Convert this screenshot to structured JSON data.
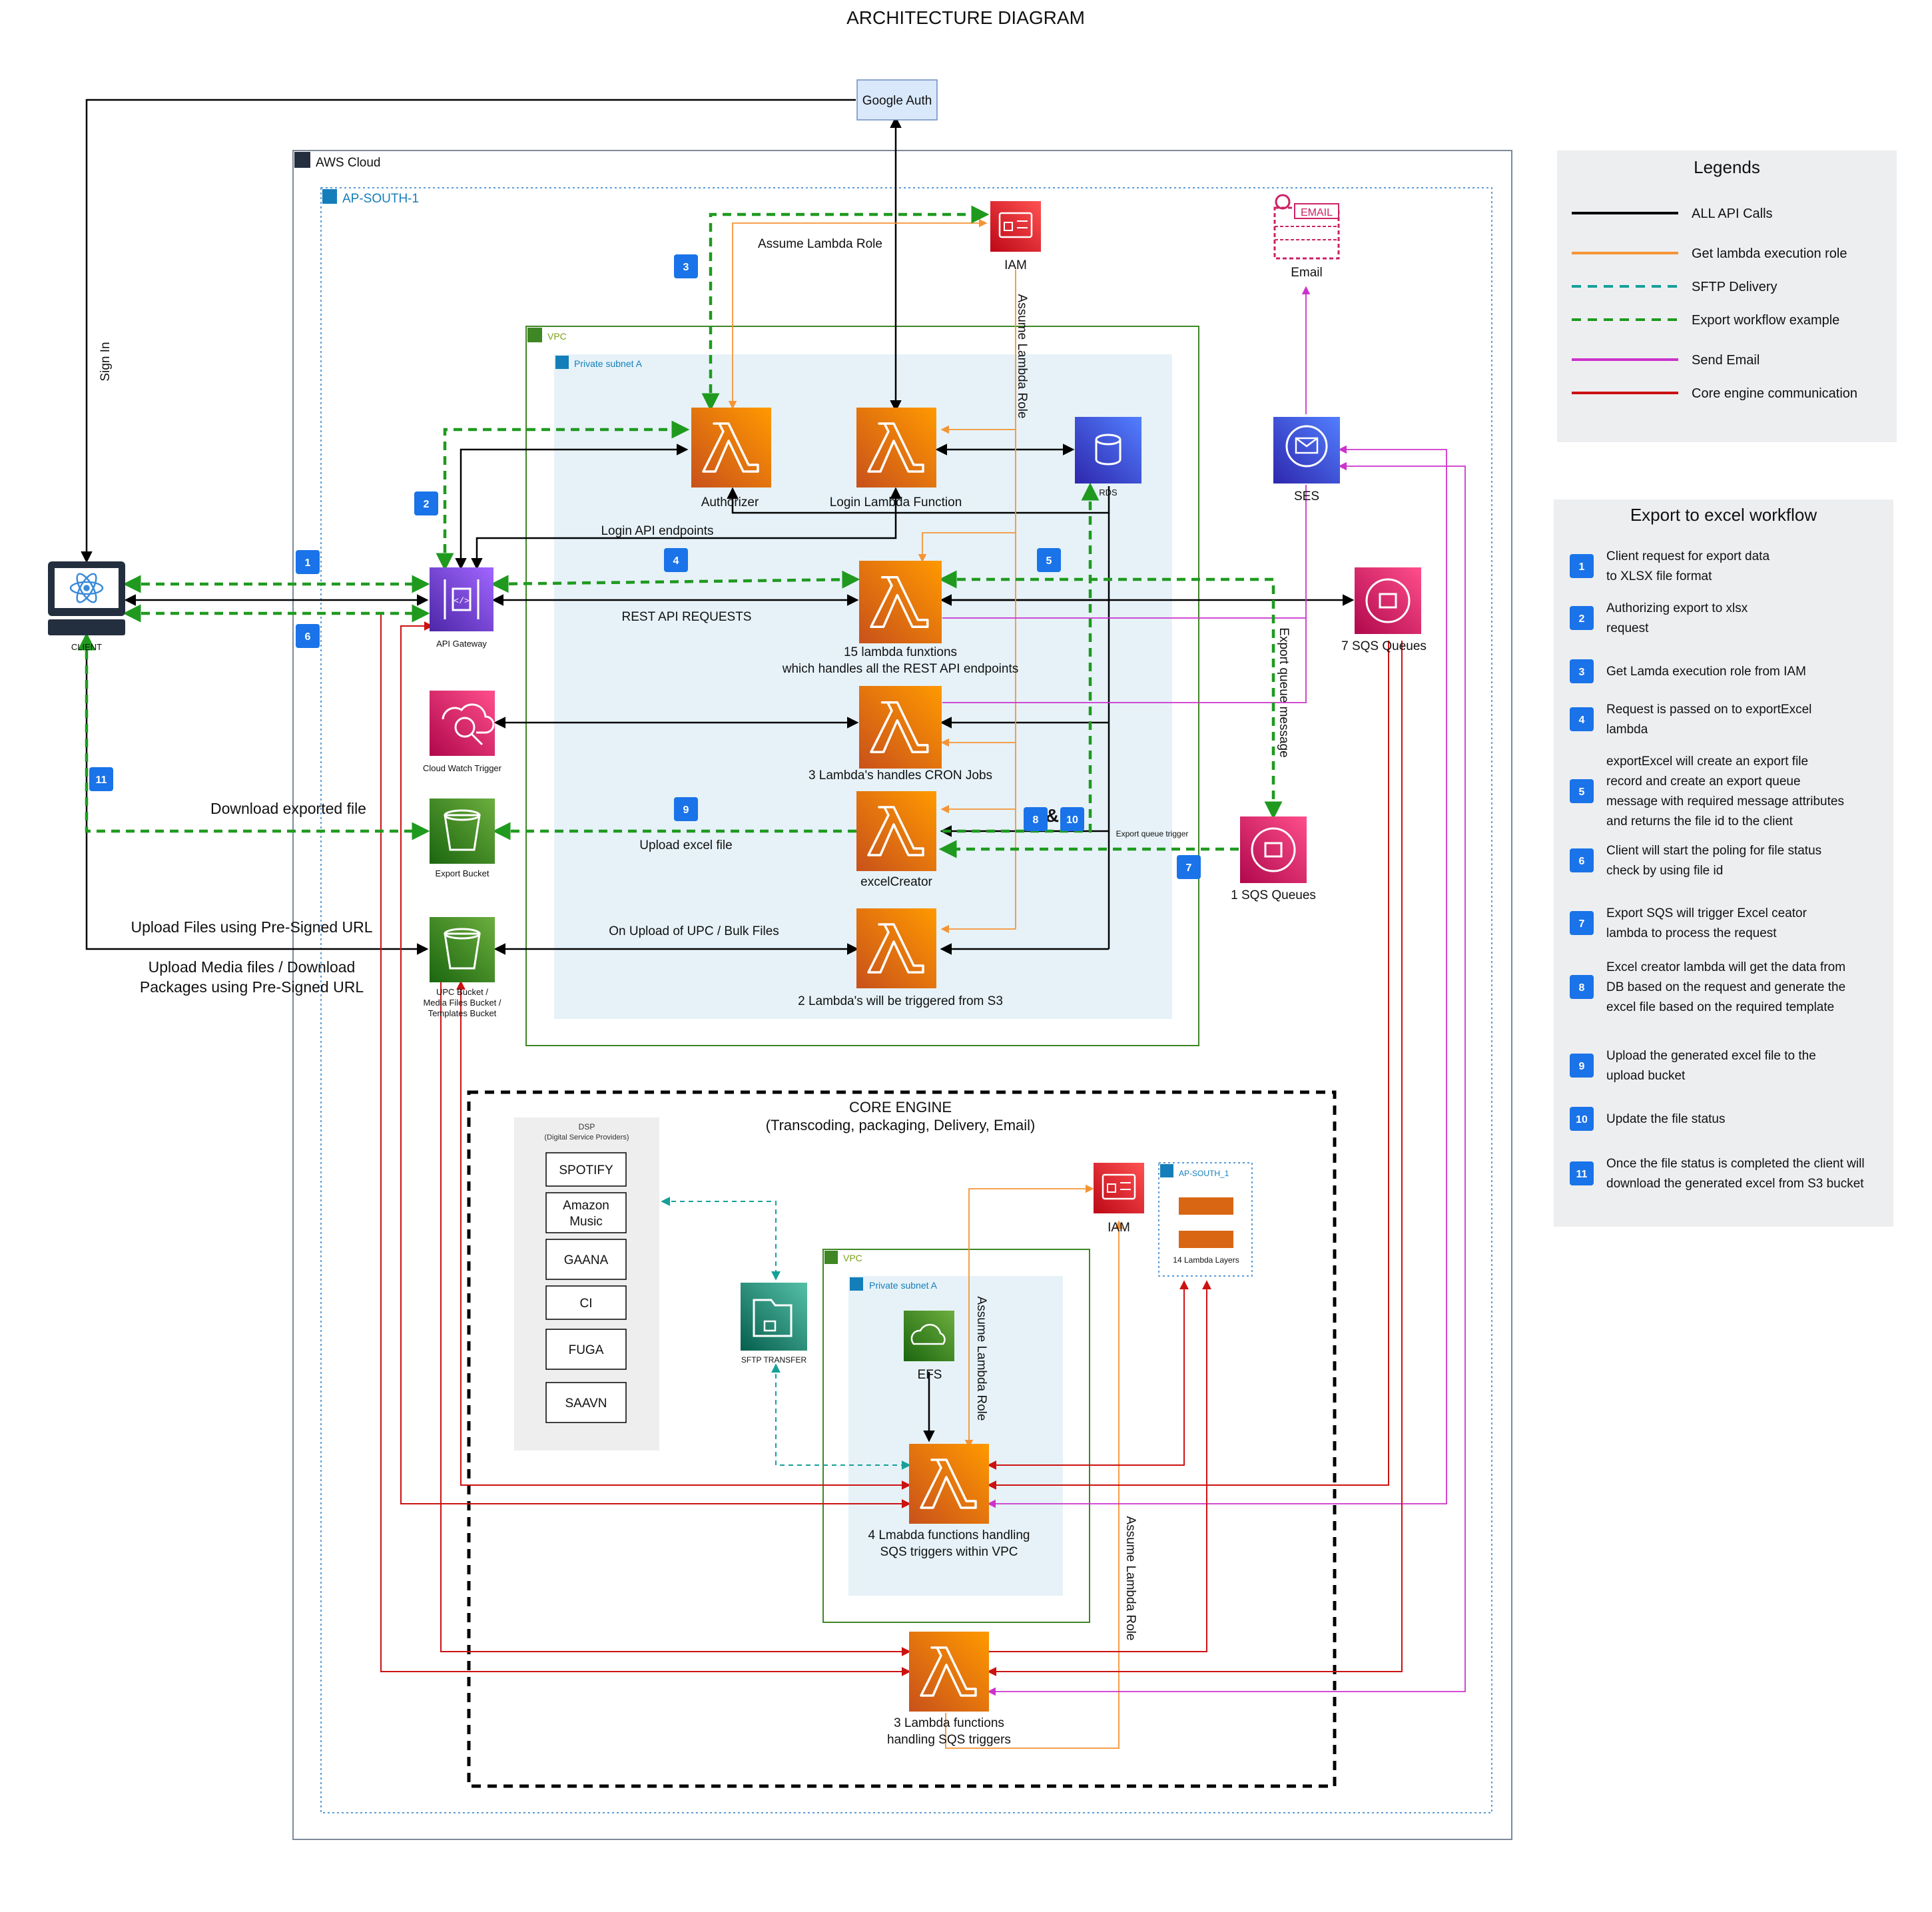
{
  "title": "ARCHITECTURE DIAGRAM",
  "sign_in": "Sign In",
  "google_auth": "Google Auth",
  "aws_cloud": "AWS Cloud",
  "region": "AP-SOUTH-1",
  "vpc": "VPC",
  "private_subnet": "Private subnet A",
  "client": "CLIENT",
  "api_gateway": "API Gateway",
  "iam": "IAM",
  "email": "Email",
  "email_badge": "EMAIL",
  "ses": "SES",
  "rds": "RDS",
  "authorizer": "Authorizer",
  "login_lambda": "Login Lambda Function",
  "assume_role": "Assume Lambda Role",
  "login_api": "Login API endpoints",
  "rest_api": "REST API REQUESTS",
  "rest_lambda": [
    "15 lambda funxtions",
    "which handles all the REST API endpoints"
  ],
  "sqs7": "7 SQS Queues",
  "sqs1": "1 SQS Queues",
  "export_queue_message": "Export queue message",
  "cloudwatch": "Cloud Watch Trigger",
  "cron_lambda": "3 Lambda's handles CRON Jobs",
  "download_exported": "Download exported file",
  "export_bucket": "Export Bucket",
  "upload_excel": "Upload excel file",
  "excel_creator": "excelCreator",
  "export_queue_trigger": "Export queue trigger",
  "amp": "&",
  "upload_presigned": "Upload Files using Pre-Signed URL",
  "upload_media": [
    "Upload Media files / Download",
    "Packages using Pre-Signed URL"
  ],
  "upc_bucket": [
    "UPC Bucket /",
    "Media Files Bucket /",
    "Templates Bucket"
  ],
  "on_upload": "On Upload of UPC / Bulk Files",
  "s3_lambda": "2 Lambda's will be triggered from S3",
  "core_engine": [
    "CORE ENGINE",
    "(Transcoding, packaging, Delivery, Email)"
  ],
  "dsp_title": [
    "DSP",
    "(Digital Service Providers)"
  ],
  "dsp_items": [
    "SPOTIFY",
    "Amazon Music",
    "GAANA",
    "CI",
    "FUGA",
    "SAAVN"
  ],
  "sftp": "SFTP TRANSFER",
  "efs": "EFS",
  "core_region": "AP-SOUTH_1",
  "lambda_layers": "14 Lambda Layers",
  "core_lambda4": [
    "4 Lmabda functions handling",
    "SQS triggers within VPC"
  ],
  "core_lambda3": [
    "3 Lambda functions",
    "handling SQS triggers"
  ],
  "legend": {
    "title": "Legends",
    "items": [
      {
        "label": "ALL API Calls",
        "color": "#000000",
        "dash": "solid"
      },
      {
        "label": "Get lambda execution role",
        "color": "#f59434",
        "dash": "solid"
      },
      {
        "label": "SFTP Delivery",
        "color": "#16a09a",
        "dash": "dashed"
      },
      {
        "label": "Export workflow example",
        "color": "#1f9a1f",
        "dash": "dashed"
      },
      {
        "label": "Send Email",
        "color": "#cc33cc",
        "dash": "solid"
      },
      {
        "label": "Core engine communication",
        "color": "#cc1111",
        "dash": "solid"
      }
    ]
  },
  "workflow": {
    "title": "Export to excel workflow",
    "steps": [
      {
        "num": "1",
        "lines": [
          "Client request for export data",
          "to XLSX file format"
        ]
      },
      {
        "num": "2",
        "lines": [
          "Authorizing export to xlsx",
          "request"
        ]
      },
      {
        "num": "3",
        "lines": [
          "Get Lamda execution role from IAM"
        ]
      },
      {
        "num": "4",
        "lines": [
          "Request is passed on to exportExcel",
          "lambda"
        ]
      },
      {
        "num": "5",
        "lines": [
          "exportExcel will create an export file",
          "record and create an export queue",
          "message with required message attributes",
          "and returns the file id to the client"
        ]
      },
      {
        "num": "6",
        "lines": [
          "Client will start the poling for file status",
          "check by using file id"
        ]
      },
      {
        "num": "7",
        "lines": [
          "Export SQS will trigger Excel ceator",
          "lambda to process the request"
        ]
      },
      {
        "num": "8",
        "lines": [
          "Excel creator lambda will get the data from",
          "DB based on the request and generate the",
          "excel file based on the required template"
        ]
      },
      {
        "num": "9",
        "lines": [
          "Upload the generated excel file to the",
          "upload bucket"
        ]
      },
      {
        "num": "10",
        "lines": [
          "Update the file status"
        ]
      },
      {
        "num": "11",
        "lines": [
          "Once the file status is completed the client will",
          "download the generated excel from S3 bucket"
        ]
      }
    ]
  },
  "badges": [
    "1",
    "2",
    "3",
    "4",
    "5",
    "6",
    "7",
    "8",
    "9",
    "10",
    "11"
  ],
  "colors": {
    "lambda": "#ea7c12",
    "iam": "#dd344c",
    "sqs": "#cc2264",
    "rds": "#3b48cc",
    "apigw": "#8c4fff",
    "s3": "#3f8624",
    "efs": "#3f8624",
    "sftp": "#1b9a7c",
    "badge": "#1a73e8"
  }
}
